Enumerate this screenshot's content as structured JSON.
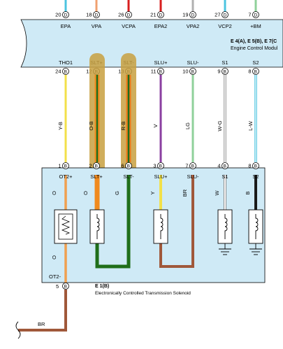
{
  "ecm": {
    "connector_title": "E 4(A), E 5(B), E 7(C",
    "connector_desc": "Engine Control Modul",
    "top_pins": [
      {
        "num": "20",
        "conn": "D",
        "label": "EPA"
      },
      {
        "num": "18",
        "conn": "D",
        "label": "VPA"
      },
      {
        "num": "26",
        "conn": "D",
        "label": "VCPA"
      },
      {
        "num": "21",
        "conn": "D",
        "label": "EPA2"
      },
      {
        "num": "19",
        "conn": "D",
        "label": "VPA2"
      },
      {
        "num": "27",
        "conn": "D",
        "label": "VCP2"
      },
      {
        "num": "7",
        "conn": "D",
        "label": "+BM"
      }
    ],
    "bottom_pins": [
      {
        "num": "24",
        "conn": "B",
        "label": "THO1"
      },
      {
        "num": "12",
        "conn": "B",
        "label": "SLT+"
      },
      {
        "num": "13",
        "conn": "B",
        "label": "SLT-"
      },
      {
        "num": "11",
        "conn": "B",
        "label": "SLU+"
      },
      {
        "num": "10",
        "conn": "B",
        "label": "SLU-"
      },
      {
        "num": "9",
        "conn": "B",
        "label": "S1"
      },
      {
        "num": "8",
        "conn": "B",
        "label": "S2"
      }
    ]
  },
  "wires": [
    {
      "label": "Y-B"
    },
    {
      "label": "O-B"
    },
    {
      "label": "R-B"
    },
    {
      "label": "V"
    },
    {
      "label": "LG"
    },
    {
      "label": "W-G"
    },
    {
      "label": "L-W"
    }
  ],
  "solenoid": {
    "connector_title": "E 1(B)",
    "connector_desc": "Electronically Controlled Transmission Solenoid",
    "top_pins": [
      {
        "num": "1",
        "conn": "B",
        "label": "OT2+"
      },
      {
        "num": "2",
        "conn": "B",
        "label": "SLT+"
      },
      {
        "num": "6",
        "conn": "B",
        "label": "SLT-"
      },
      {
        "num": "3",
        "conn": "B",
        "label": "SLU+"
      },
      {
        "num": "7",
        "conn": "B",
        "label": "SLU-"
      },
      {
        "num": "4",
        "conn": "B",
        "label": "S1"
      },
      {
        "num": "8",
        "conn": "B",
        "label": "S2"
      }
    ],
    "inner_wire_labels": [
      "O",
      "O",
      "G",
      "Y",
      "BR",
      "W",
      "B"
    ],
    "lower_wire_label": "O",
    "bottom_pin": {
      "num": "5",
      "conn": "B",
      "label": "OT2-"
    }
  },
  "ground_wire_label": "BR",
  "colors": {
    "panel_fill": "#cfeaf6",
    "highlight": "#c8a040",
    "wire_yb": "#f2e04a",
    "wire_ob": "#f08a1e",
    "wire_rb": "#ee7a1a",
    "wire_green": "#1f6e1a",
    "wire_v": "#8a3fa0",
    "wire_lg": "#8fd09a",
    "wire_lw": "#4cc4e0",
    "wire_br": "#a0583a",
    "wire_b": "#1a1a1a"
  }
}
